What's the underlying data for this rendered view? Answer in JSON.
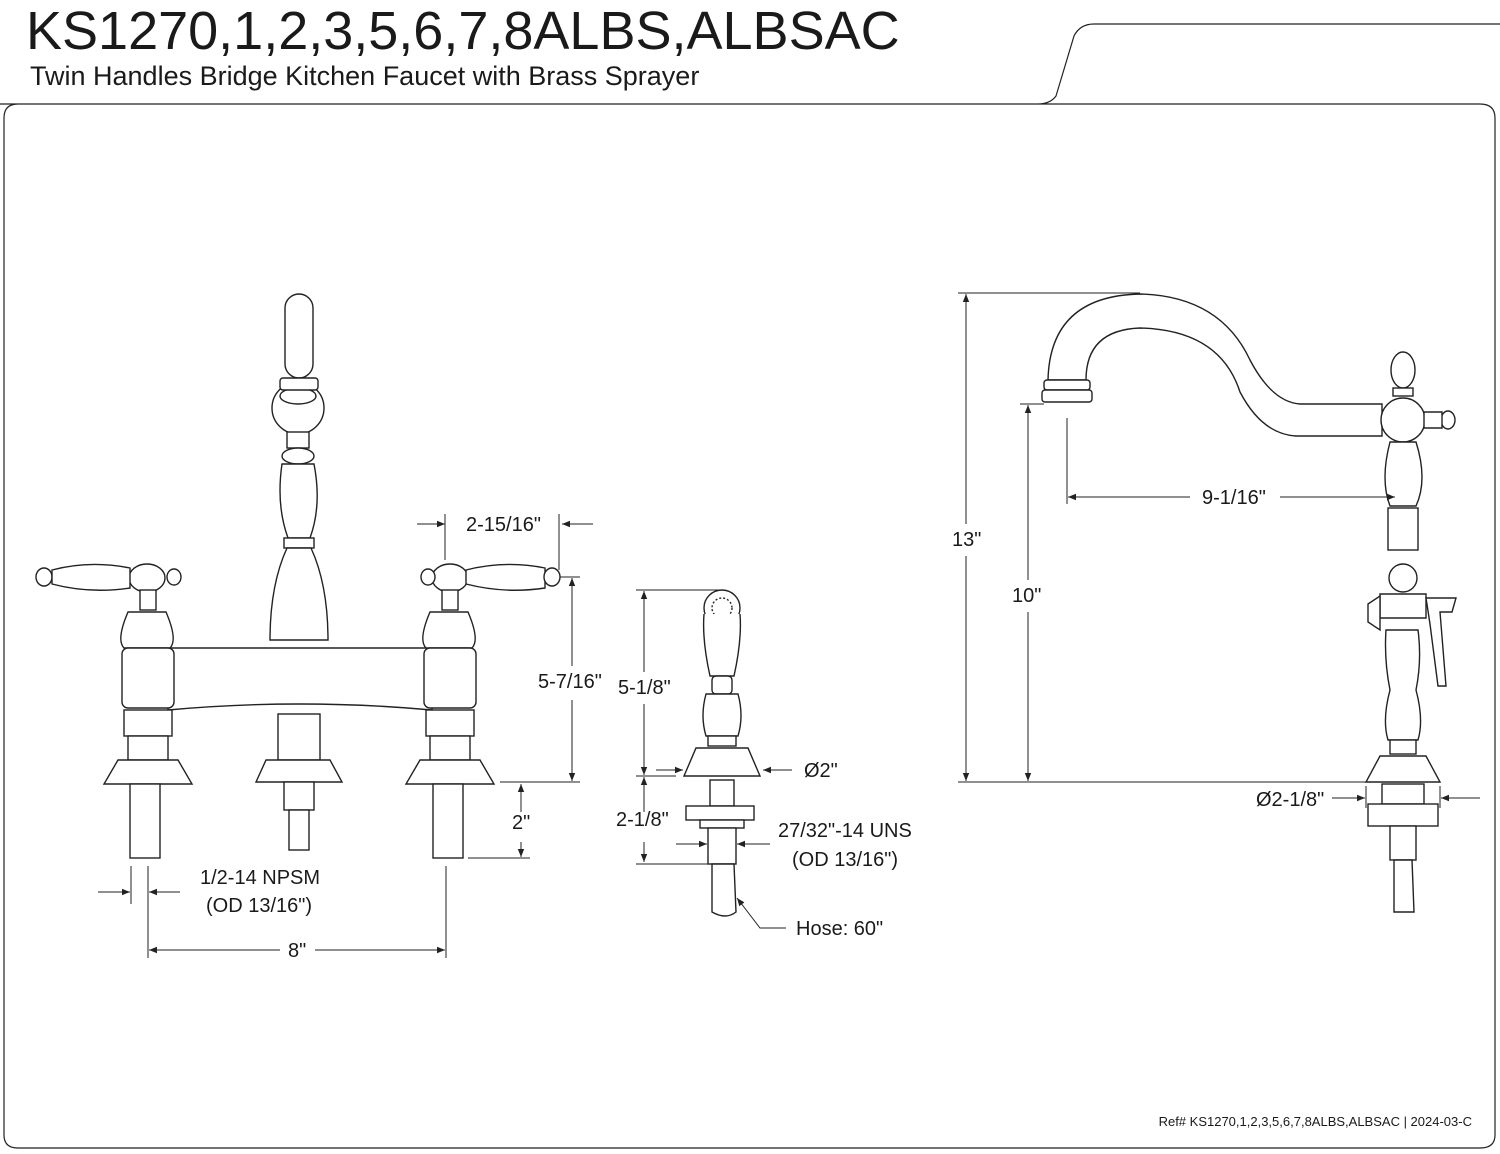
{
  "header": {
    "title": "KS1270,1,2,3,5,6,7,8ALBS,ALBSAC",
    "subtitle": "Twin Handles Bridge Kitchen Faucet with Brass Sprayer"
  },
  "dimensions": {
    "handle_offset": "2-15/16\"",
    "handle_height": "5-7/16\"",
    "shank_length": "2\"",
    "supply_thread": "1/2-14 NPSM",
    "supply_od": "(OD 13/16\")",
    "center_spread": "8\"",
    "sprayer_height": "5-1/8\"",
    "sprayer_base_dia": "Ø2\"",
    "sprayer_shank": "2-1/8\"",
    "sprayer_thread": "27/32\"-14 UNS",
    "sprayer_od": "(OD 13/16\")",
    "hose": "Hose: 60\"",
    "total_height": "13\"",
    "spout_clearance": "10\"",
    "spout_reach": "9-1/16\"",
    "base_dia": "Ø2-1/8\""
  },
  "footer": {
    "ref": "Ref# KS1270,1,2,3,5,6,7,8ALBS,ALBSAC | 2024-03-C"
  }
}
